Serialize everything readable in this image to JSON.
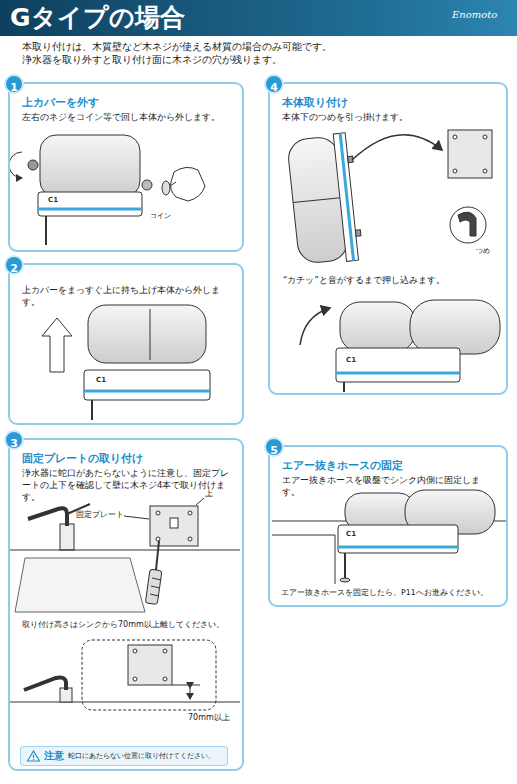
{
  "diagram": {
    "title": "Gタイプの場合",
    "nodes": [
      {
        "text": [
          "上カバーを外す",
          "左右のネジをコイン等で回し本体から外します。"
        ]
      },
      {
        "text": [
          "1"
        ],
        "in": 0
      },
      {
        "text": [
          "上カバーをまっすぐ上に持ち上げ本体から外します。"
        ]
      },
      {
        "text": [
          "2"
        ],
        "in": 2
      },
      {
        "text": [
          "固定プレートの取り付け",
          "浄水器に蛇口があたらないように注意し、固定プレートの上下を確認して壁に木ネジ4本で取り付けます。"
        ]
      },
      {
        "text": [
          "3"
        ],
        "in": 4
      },
      {
        "text": [
          "注意",
          "蛇口にあたらない位置に取り付けてください。"
        ],
        "in": 4
      },
      {
        "text": [
          "本体取り付け",
          "本体下のつめを引っ掛けます。"
        ]
      },
      {
        "text": [
          "4"
        ],
        "in": 7
      },
      {
        "text": [
          "エアー抜きホースの固定",
          "エアー抜きホースを吸盤でシンク内側に固定します。"
        ]
      },
      {
        "text": [
          "5"
        ],
        "in": 9
      }
    ],
    "labels": [
      "Enomoto",
      "本取り付けは、木質壁など木ネジが使える材質の場合のみ可能です。",
      "浄水器を取り外すと取り付け面に木ネジの穴が残ります。",
      "C1",
      "コイン",
      "C1",
      "固定プレート",
      "上",
      "取り付け高さはシンクから70mm以上離してください。",
      "70mm以上",
      "C1",
      "つめ",
      "“カチッ”と音がするまで押し込みます。",
      "C1",
      "エアー抜きホースを固定したら、P11へお進みください。"
    ]
  }
}
